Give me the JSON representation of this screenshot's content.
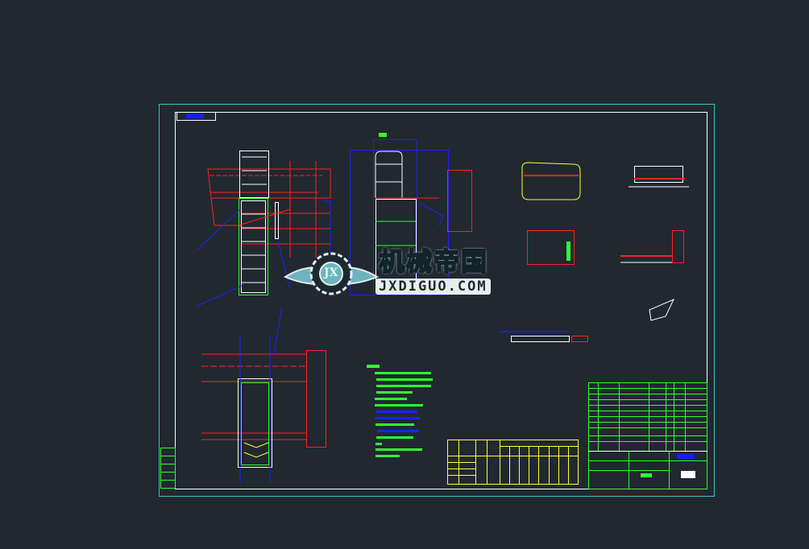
{
  "watermark": {
    "title": "机械帝国",
    "subtitle": "JXDIGUO.COM",
    "logo_letters": "JX"
  },
  "colors": {
    "background": "#212830",
    "frame": "#39c6c6",
    "border": "#ffffff",
    "part_lines": "#ff2020",
    "dimension_lines": "#2020ff",
    "outline_lines": "#30ff30",
    "table_lines": "#ffff30",
    "title_block_lines": "#30ff30",
    "highlight_outline": "#ffff30"
  }
}
